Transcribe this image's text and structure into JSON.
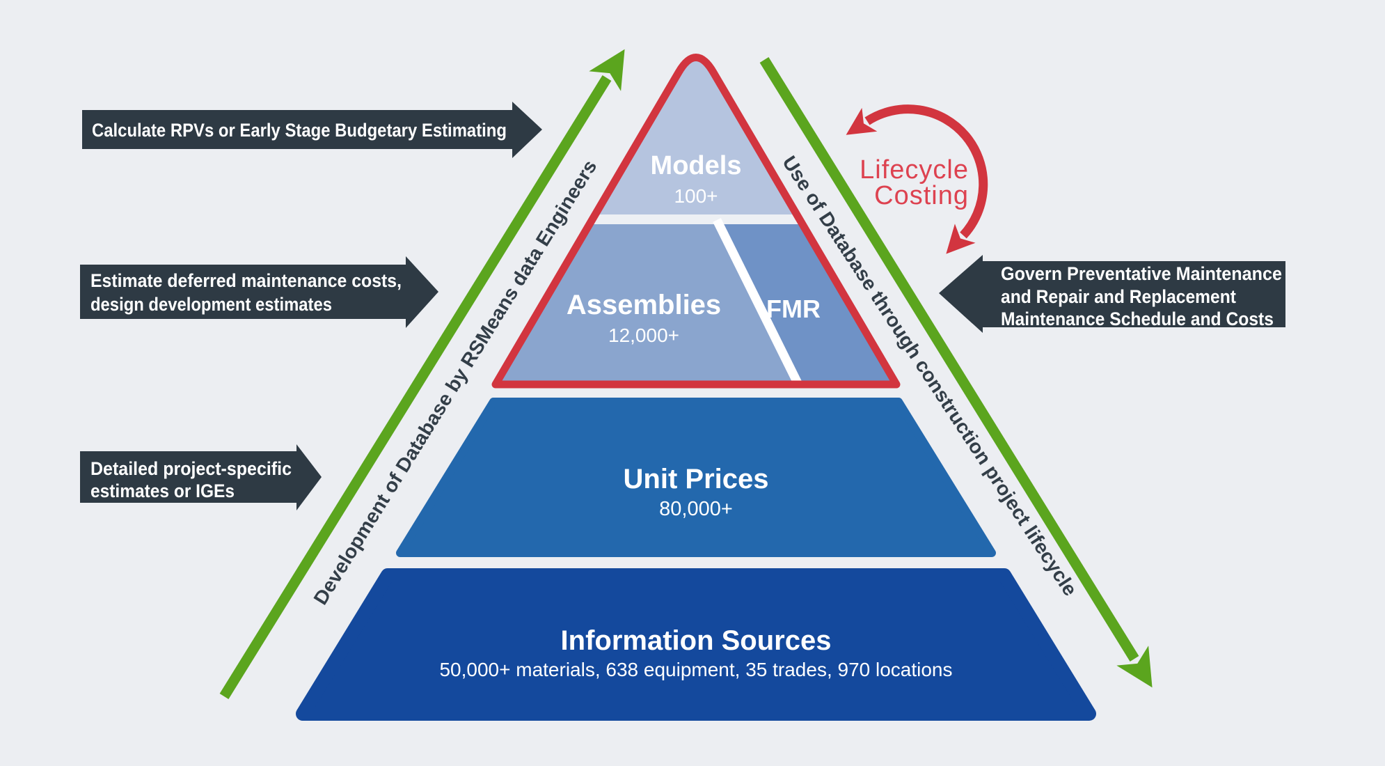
{
  "colors": {
    "background": "#eceef2",
    "dark_arrow": "#2e3a44",
    "green": "#5ba51e",
    "red": "#d2353f",
    "red_text": "#dd4250",
    "white": "#ffffff",
    "axis_label_text": "#333e48",
    "inner_gap": "#edf0f4",
    "models_fill": "#b5c4df",
    "models_label": "#1856a8",
    "models_count": "#3f6db3",
    "assemblies_fill": "#8aa5ce",
    "fmr_fill": "#6f92c6",
    "unit_fill": "#2368ad",
    "info_fill": "#14499d"
  },
  "pyramid": {
    "models": {
      "label": "Models",
      "count": "100+"
    },
    "assemblies": {
      "label": "Assemblies",
      "count": "12,000+"
    },
    "fmr": {
      "label": "FMR"
    },
    "unit_prices": {
      "label": "Unit Prices",
      "count": "80,000+"
    },
    "information_sources": {
      "label": "Information Sources",
      "count": "50,000+ materials, 638 equipment, 35 trades, 970 locations"
    }
  },
  "callouts": {
    "budgetary": {
      "line1": "Calculate RPVs or Early Stage Budgetary Estimating"
    },
    "deferred": {
      "line1": "Estimate deferred maintenance costs,",
      "line2": "design development estimates"
    },
    "detailed": {
      "line1": "Detailed project-specific",
      "line2": "estimates or IGEs"
    },
    "govern": {
      "line1": "Govern Preventative Maintenance",
      "line2": "and Repair and Replacement",
      "line3": "Maintenance Schedule and Costs"
    }
  },
  "axes": {
    "left": {
      "label": "Development of Database by RSMeans data Engineers"
    },
    "right": {
      "label": "Use of Database through construction project lifecycle"
    }
  },
  "lifecycle": {
    "line1": "Lifecycle",
    "line2": "Costing"
  }
}
